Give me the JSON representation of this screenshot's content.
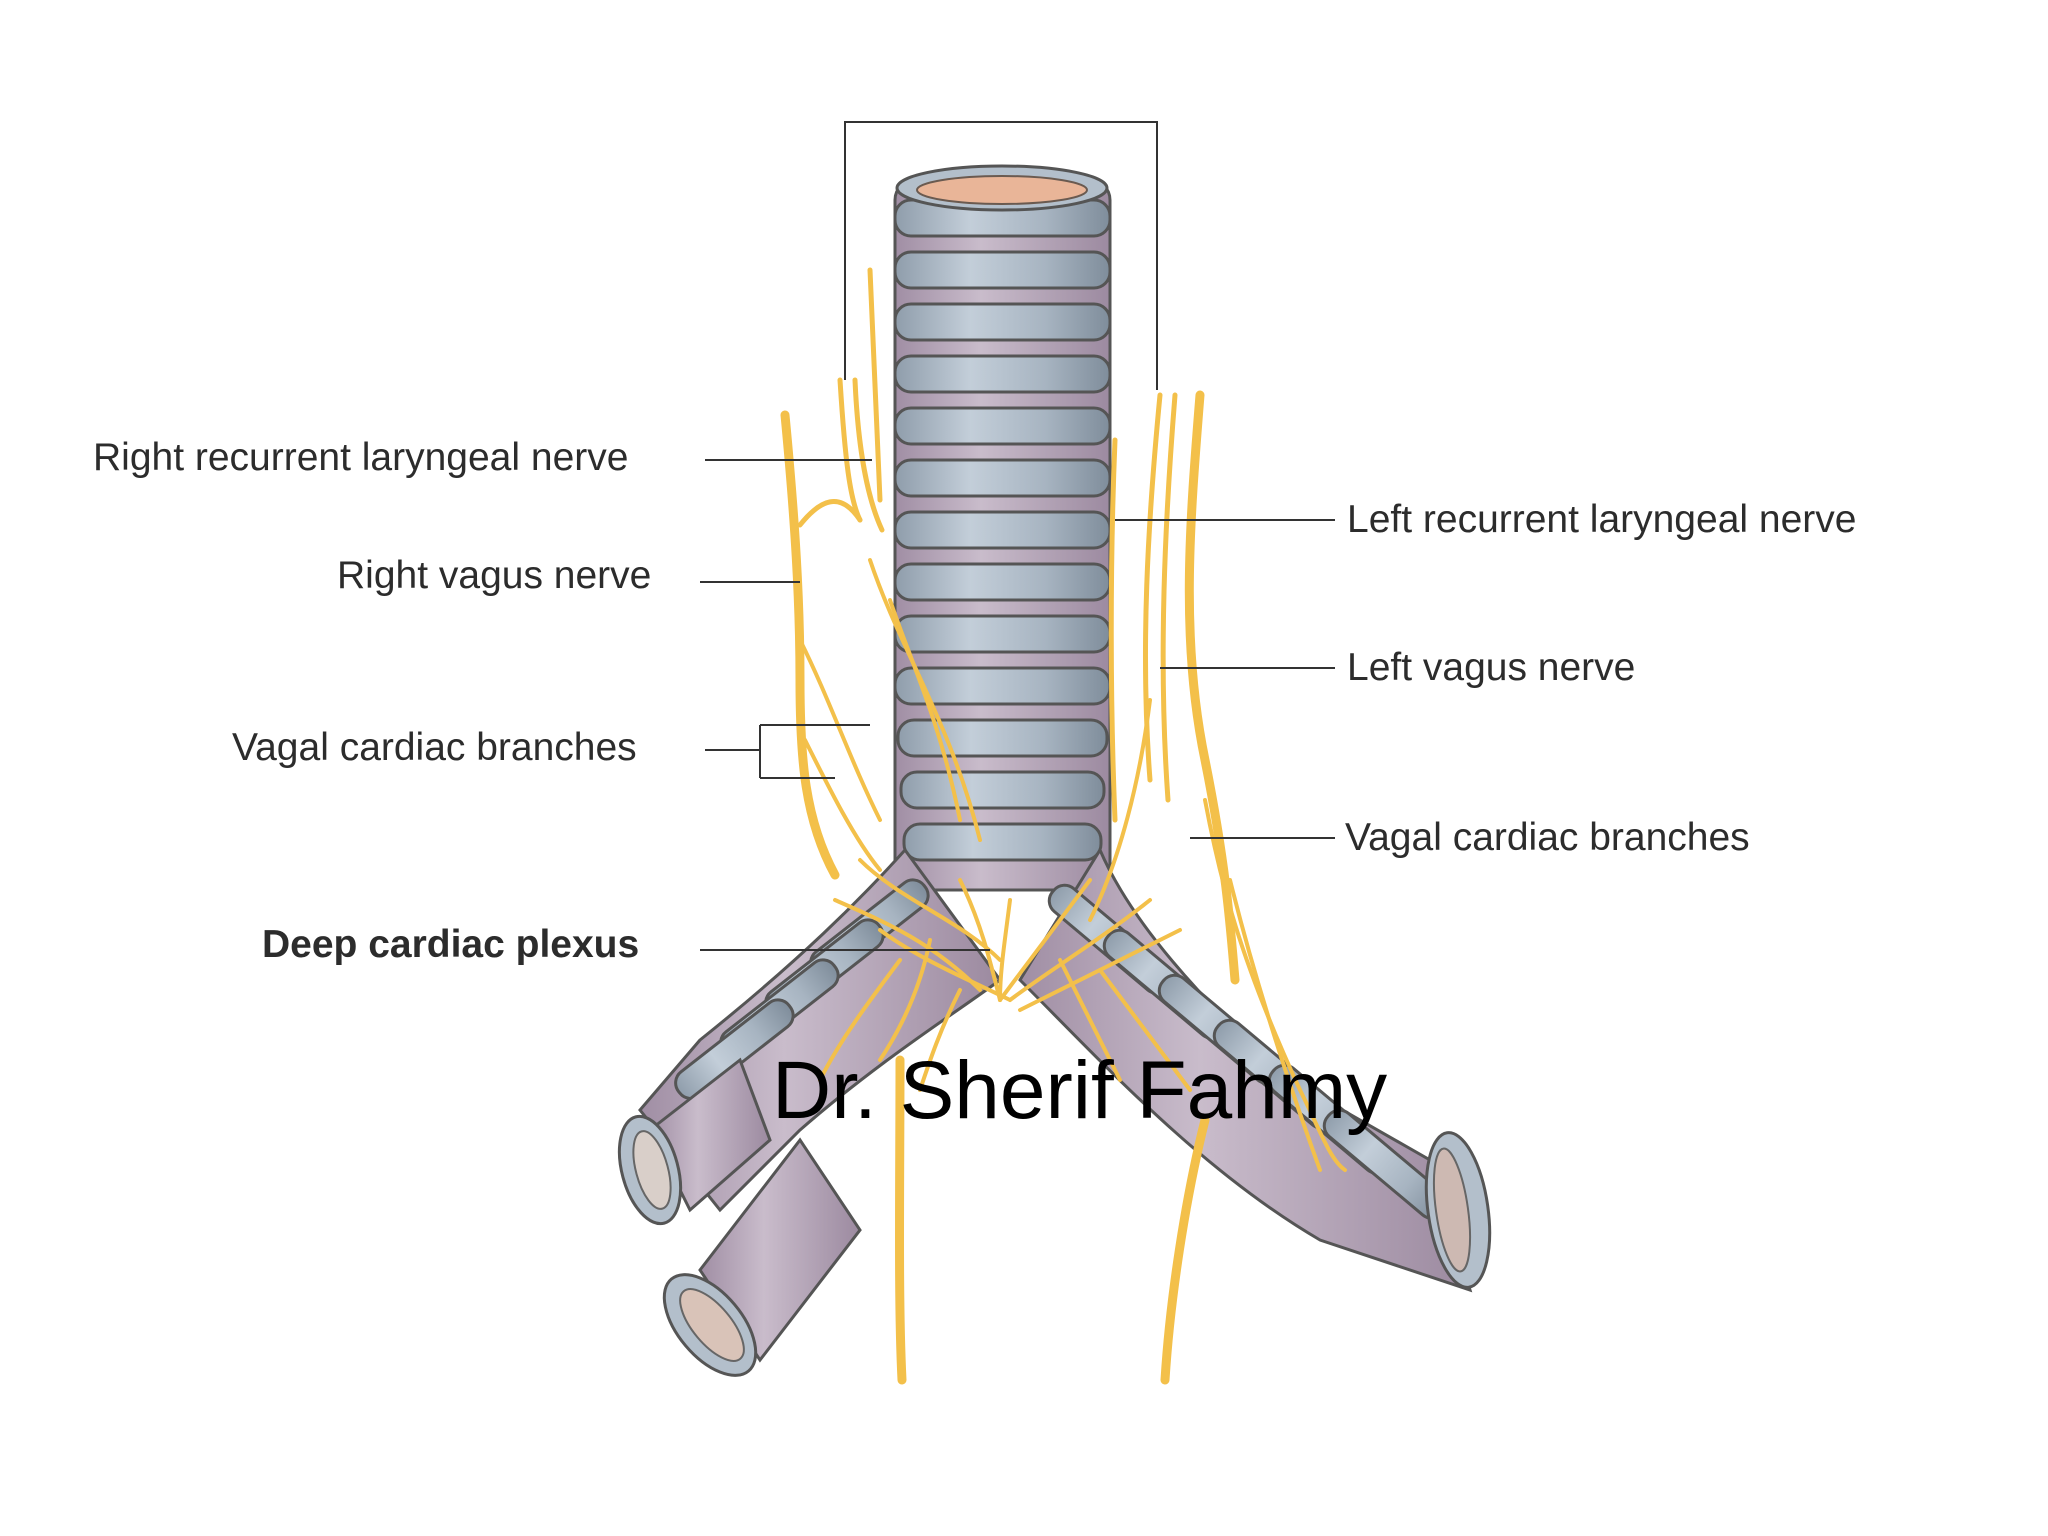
{
  "labels": {
    "right_recurrent_laryngeal": "Right recurrent laryngeal nerve",
    "right_vagus": "Right vagus nerve",
    "vagal_cardiac_left_side": "Vagal cardiac branches",
    "deep_cardiac_plexus": "Deep cardiac plexus",
    "left_recurrent_laryngeal": "Left recurrent  laryngeal nerve",
    "left_vagus": "Left vagus nerve",
    "vagal_cardiac_right_side": "Vagal cardiac branches"
  },
  "watermark": "Dr. Sherif Fahmy",
  "colors": {
    "trachea_ring": "#a9b6c2",
    "trachea_gap": "#b7a7bb",
    "trachea_lumen": "#e9b598",
    "nerve": "#f3c04a",
    "leader_line": "#333333",
    "label_text": "#2c2c2c"
  }
}
